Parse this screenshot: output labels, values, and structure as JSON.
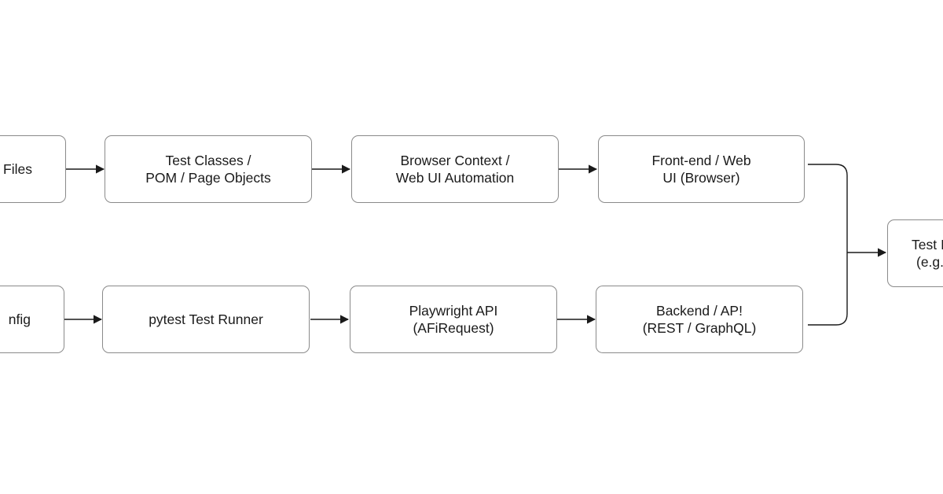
{
  "diagram": {
    "top_row": [
      {
        "id": "files",
        "lines": [
          "Files"
        ]
      },
      {
        "id": "test-classes",
        "lines": [
          "Test Classes /",
          "POM / Page Objects"
        ]
      },
      {
        "id": "browser-context",
        "lines": [
          "Browser Context /",
          "Web UI Automation"
        ]
      },
      {
        "id": "front-end",
        "lines": [
          "Front-end / Web",
          "UI (Browser)"
        ]
      }
    ],
    "bottom_row": [
      {
        "id": "config",
        "lines": [
          "nfig"
        ]
      },
      {
        "id": "pytest-runner",
        "lines": [
          "pytest Test Runner"
        ]
      },
      {
        "id": "playwright-api",
        "lines": [
          "Playwright API",
          "(AFiRequest)"
        ]
      },
      {
        "id": "backend-api",
        "lines": [
          "Backend / AP!",
          "(REST / GraphQL)"
        ]
      }
    ],
    "right_node": {
      "id": "test-report",
      "lines": [
        "Test I",
        "(e.g."
      ]
    }
  }
}
